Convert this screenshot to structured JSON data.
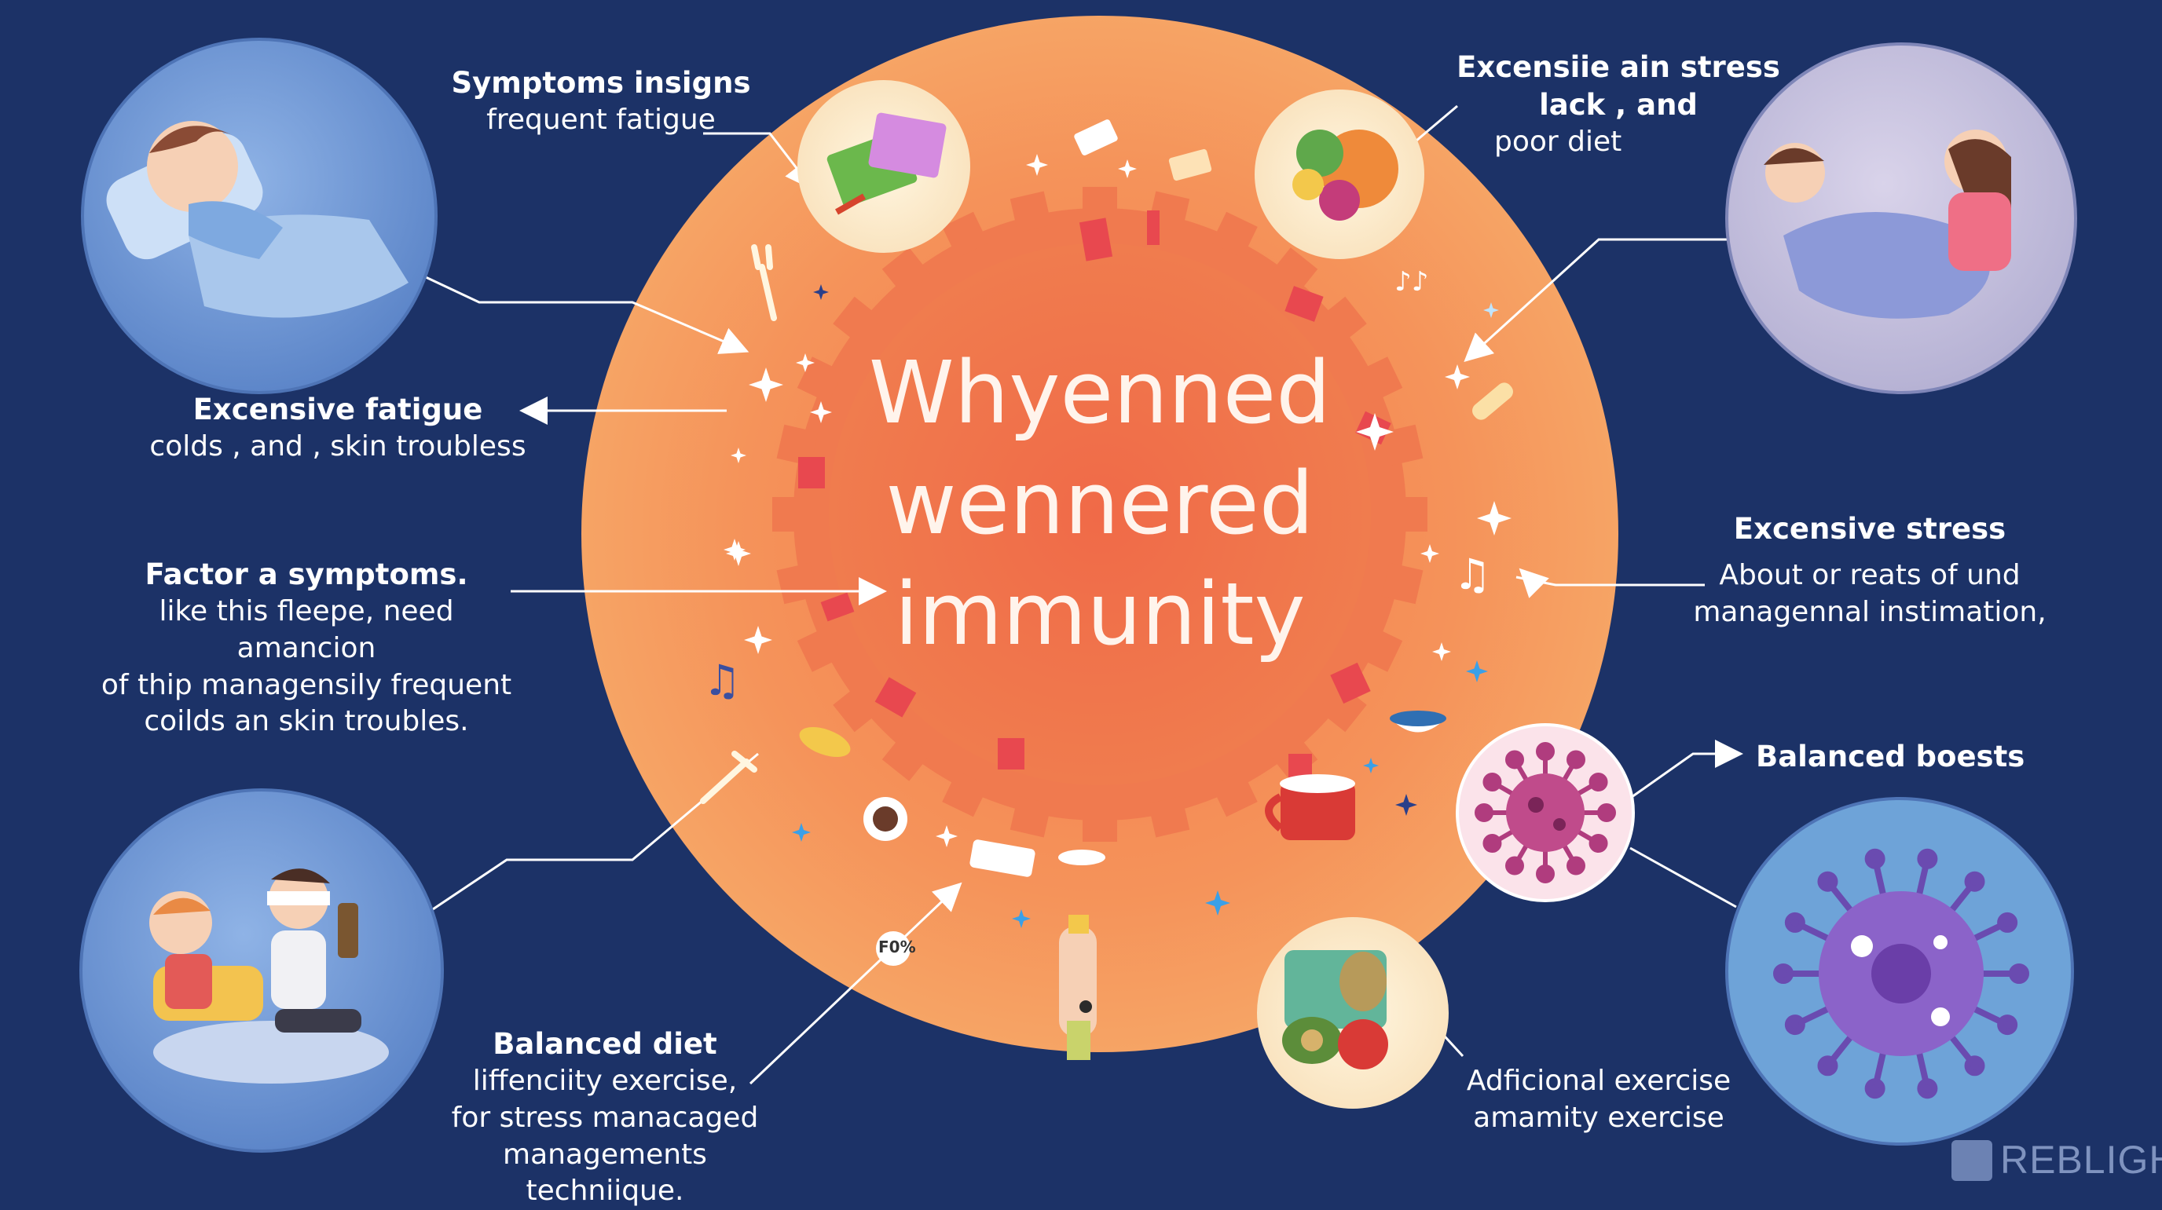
{
  "title": {
    "lines": [
      "Whyenned",
      "wennered",
      "immunity"
    ]
  },
  "labels": {
    "top_left": {
      "head": "Symptoms insigns",
      "line1": "frequent fatigue"
    },
    "top_right": {
      "head": "Excensiie ain stress",
      "line1": "lack , and",
      "line2": "poor diet"
    },
    "mid_left": {
      "head": "Excensive fatigue",
      "line1": "colds , and , skin troubless"
    },
    "factor": {
      "head": "Factor a symptoms.",
      "line1": "like this fleepe, need amancion",
      "line2": "of thip managensily frequent",
      "line3": "coilds an skin troubles."
    },
    "right_stress": {
      "head": "Excensive stress",
      "line1": "About or reats of und",
      "line2": "managennal instimation,"
    },
    "balanced_boests": {
      "head": "Balanced boests"
    },
    "bottom_center": {
      "head": "Balanced diet",
      "line1": "liffenciity exercise,",
      "line2": "for stress manacaged",
      "line3": "managements techniique."
    },
    "bottom_right": {
      "head": "Adficional exercise",
      "line1": "amamity exercise"
    },
    "badge": "F0%"
  },
  "watermark": "REBLIGH",
  "colors": {
    "background": "#1c3267",
    "circle_outer": "#f59a5e",
    "circle_inner": "#ef6e4a",
    "accent_red": "#e8484f",
    "line": "#ffffff"
  },
  "icons": [
    "sleeping-person-icon",
    "sick-child-care-icon",
    "couple-resting-icon",
    "virus-icon",
    "pink-virus-icon",
    "food-icon",
    "veggie-bowl-icon",
    "book-icon",
    "sparkle-icon",
    "music-note-icon",
    "fork-icon",
    "cup-icon",
    "mug-icon"
  ]
}
